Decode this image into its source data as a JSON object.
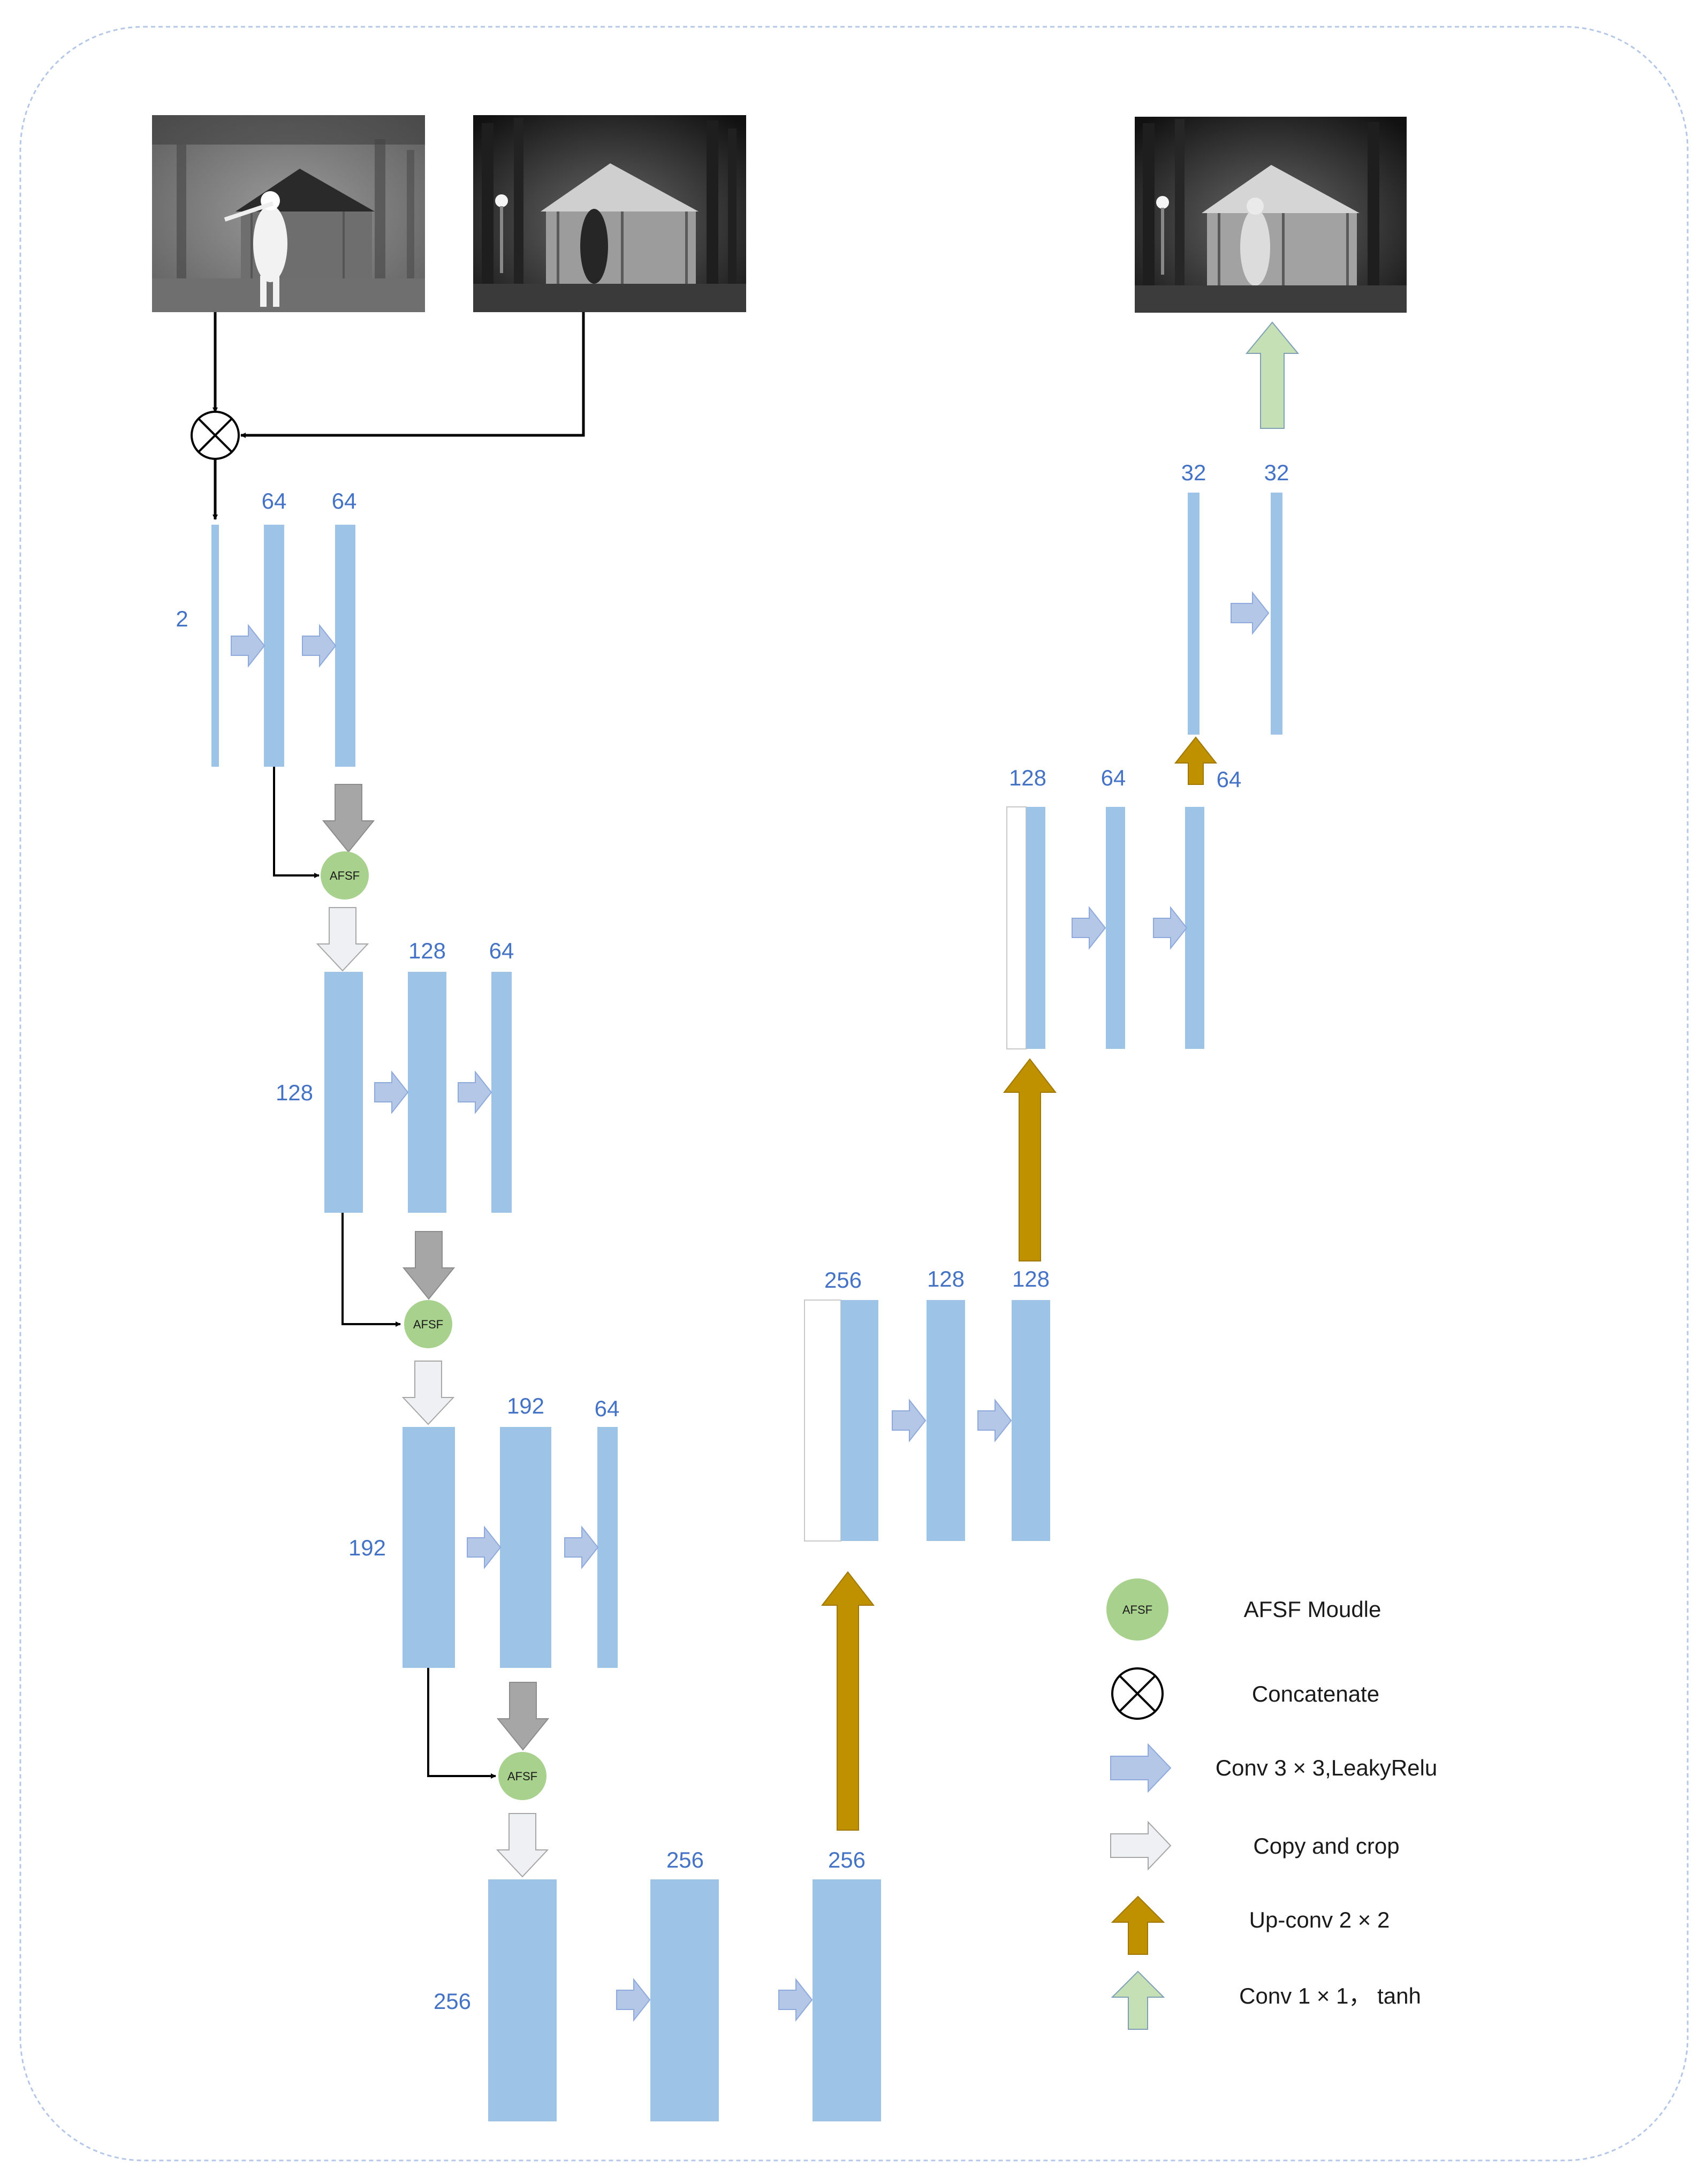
{
  "colors": {
    "feature_map": "#9dc3e6",
    "conv_arrow": "#b4c7e7",
    "copy_arrow": "#eef0f3",
    "downsample_arrow": "#a6a6a6",
    "upconv_arrow": "#bf9000",
    "final_arrow": "#c5e0b4",
    "afsf_module": "#a9d18e",
    "number_text": "#4472c4",
    "frame_border": "#b4c7e7"
  },
  "encoder": {
    "stage1": {
      "input_channels": "2",
      "labels": [
        "64",
        "64"
      ]
    },
    "stage2": {
      "input_channels": "128",
      "labels": [
        "128",
        "64"
      ]
    },
    "stage3": {
      "input_channels": "192",
      "labels": [
        "192",
        "64"
      ]
    },
    "bottleneck": {
      "input_channels": "256",
      "labels": [
        "256",
        "256"
      ]
    }
  },
  "decoder": {
    "stage1": {
      "labels": [
        "256",
        "128",
        "128"
      ]
    },
    "stage2": {
      "labels": [
        "128",
        "64",
        "64"
      ]
    },
    "stage3": {
      "labels": [
        "32",
        "32"
      ]
    }
  },
  "modules": {
    "afsf_label": "AFSF"
  },
  "images": {
    "infrared": "infrared-image",
    "visible": "visible-image",
    "fused": "fused-image"
  },
  "legend": {
    "afsf_icon_label": "AFSF",
    "items": [
      {
        "icon": "afsf-module-icon",
        "label": "AFSF Moudle"
      },
      {
        "icon": "concatenate-icon",
        "label": "Concatenate"
      },
      {
        "icon": "conv-arrow-icon",
        "label": "Conv 3 × 3,LeakyRelu"
      },
      {
        "icon": "copy-crop-arrow-icon",
        "label": "Copy and crop"
      },
      {
        "icon": "upconv-arrow-icon",
        "label": "Up-conv 2 × 2"
      },
      {
        "icon": "final-conv-arrow-icon",
        "label": "Conv 1 × 1，  tanh"
      }
    ]
  }
}
